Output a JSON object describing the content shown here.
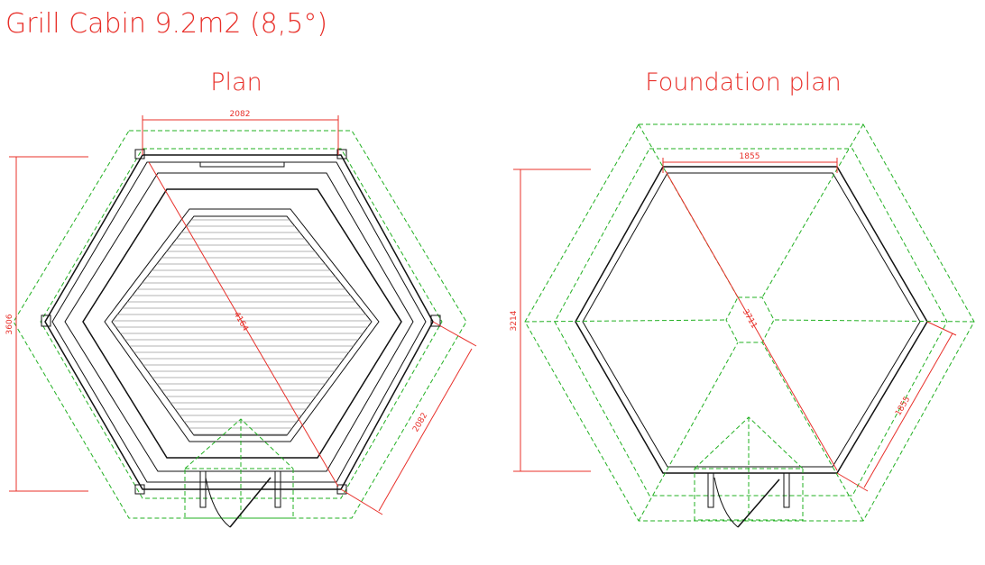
{
  "title": "Grill Cabin 9.2m2 (8,5°)",
  "plan": {
    "label": "Plan",
    "dims": {
      "top_width": "2082",
      "height": "3606",
      "diagonal": "4164",
      "side": "2082"
    }
  },
  "foundation": {
    "label": "Foundation plan",
    "dims": {
      "top_width": "1855",
      "height": "3214",
      "diagonal": "3711",
      "side": "1855"
    }
  },
  "colors": {
    "text": "#e8302a",
    "dashed": "#22b022",
    "outline": "#111111",
    "hatch": "#9a9a9a"
  }
}
